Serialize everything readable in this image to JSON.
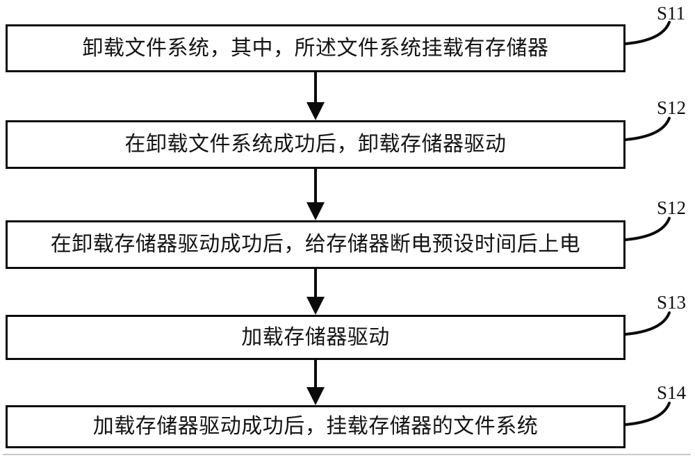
{
  "figure": {
    "type": "flowchart",
    "background": "#ffffff",
    "line_color": "#0b0b0b",
    "text_color": "#141414"
  },
  "steps": [
    {
      "label": "S11",
      "text": "卸载文件系统，其中，所述文件系统挂载有存储器"
    },
    {
      "label": "S12",
      "text": "在卸载文件系统成功后，卸载存储器驱动"
    },
    {
      "label": "S12",
      "text": "在卸载存储器驱动成功后，给存储器断电预设时间后上电"
    },
    {
      "label": "S13",
      "text": "加载存储器驱动"
    },
    {
      "label": "S14",
      "text": "加载存储器驱动成功后，挂载存储器的文件系统"
    }
  ]
}
